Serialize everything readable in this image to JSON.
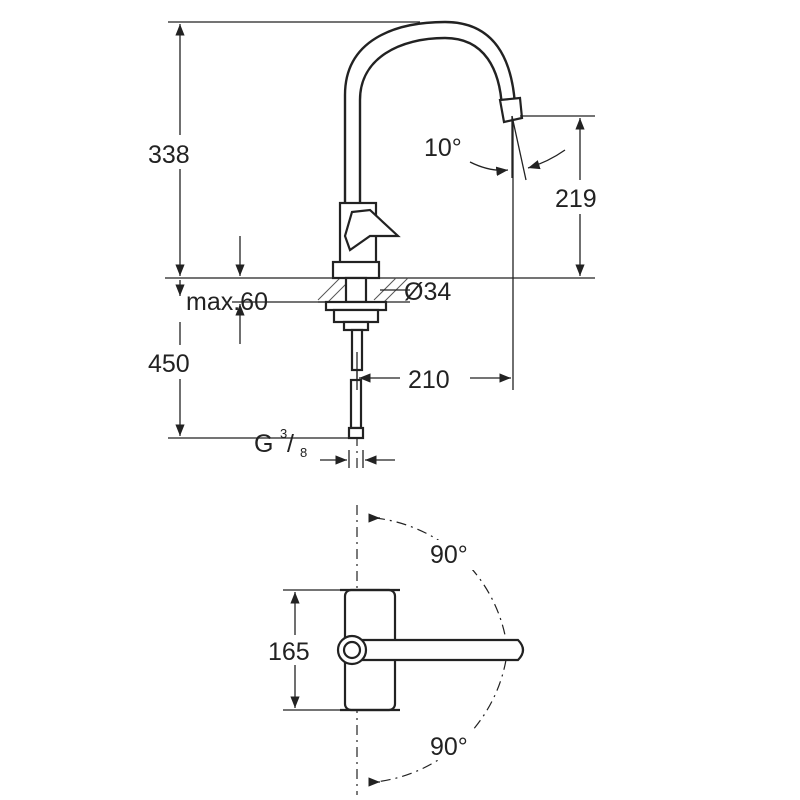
{
  "side_view": {
    "height_total": "338",
    "height_spout": "219",
    "max_thickness": "max.60",
    "diameter": "Ø34",
    "hose_length": "450",
    "reach": "210",
    "angle": "10°",
    "thread_prefix": "G",
    "thread_num": "3",
    "thread_den": "8"
  },
  "top_view": {
    "handle_width": "165",
    "rotation_top": "90°",
    "rotation_bottom": "90°"
  }
}
